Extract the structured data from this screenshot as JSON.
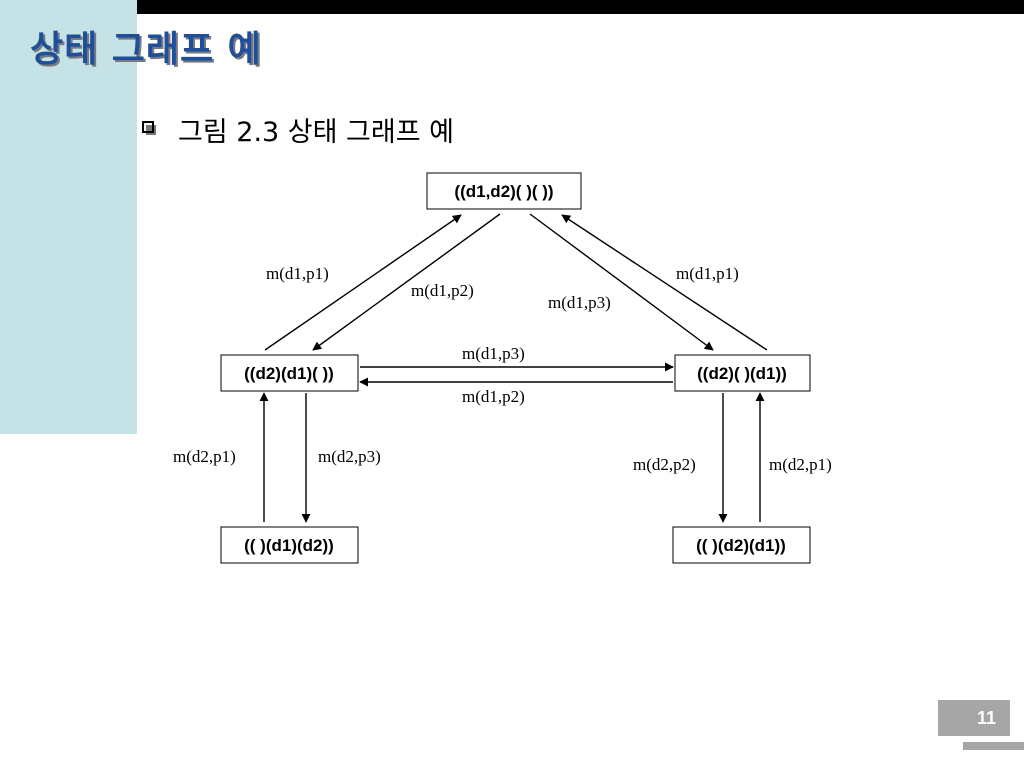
{
  "slide": {
    "title": "상태 그래프 예",
    "caption": "그림 2.3 상태 그래프 예",
    "page_number": "11"
  },
  "colors": {
    "title": "#1f4f9a",
    "side_panel": "#c5e3e7",
    "top_bar": "#000000",
    "page_badge": "#a6a6a6"
  },
  "icons": {
    "bullet": "hollow-square-bullet-icon"
  },
  "diagram": {
    "nodes": {
      "top": "((d1,d2)( )( ))",
      "left": "((d2)(d1)( ))",
      "right": "((d2)( )(d1))",
      "bottom_left": "(( )(d1)(d2))",
      "bottom_right": "(( )(d2)(d1))"
    },
    "edges": {
      "left_to_top": "m(d1,p1)",
      "top_to_left": "m(d1,p2)",
      "top_to_right": "m(d1,p3)",
      "right_to_top": "m(d1,p1)",
      "left_to_right": "m(d1,p3)",
      "right_to_left": "m(d1,p2)",
      "bl_to_left": "m(d2,p1)",
      "left_to_bl": "m(d2,p3)",
      "right_to_br": "m(d2,p2)",
      "br_to_right": "m(d2,p1)"
    }
  }
}
